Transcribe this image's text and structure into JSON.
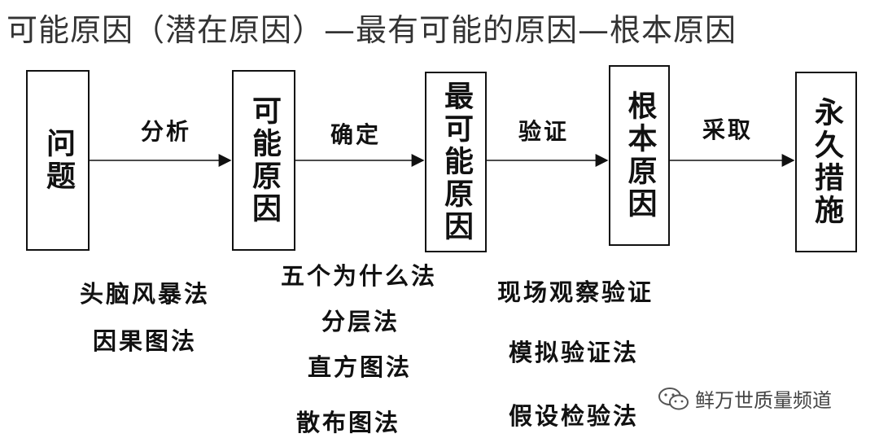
{
  "title": "可能原因（潜在原因）—最有可能的原因—根本原因",
  "boxes": {
    "problem": "问题",
    "possible_cause": "可能原因",
    "most_likely_cause": "最可能原因",
    "root_cause": "根本原因",
    "permanent_action": "永久措施"
  },
  "arrow_labels": {
    "analyze": "分析",
    "determine": "确定",
    "verify": "验证",
    "adopt": "采取"
  },
  "methods": {
    "column1": [
      "头脑风暴法",
      "因果图法"
    ],
    "column2": [
      "五个为什么法",
      "分层法",
      "直方图法",
      "散布图法"
    ],
    "column3": [
      "现场观察验证",
      "模拟验证法",
      "假设检验法"
    ]
  },
  "watermark": {
    "icon": "wechat-icon",
    "text": "鲜万世质量频道"
  }
}
